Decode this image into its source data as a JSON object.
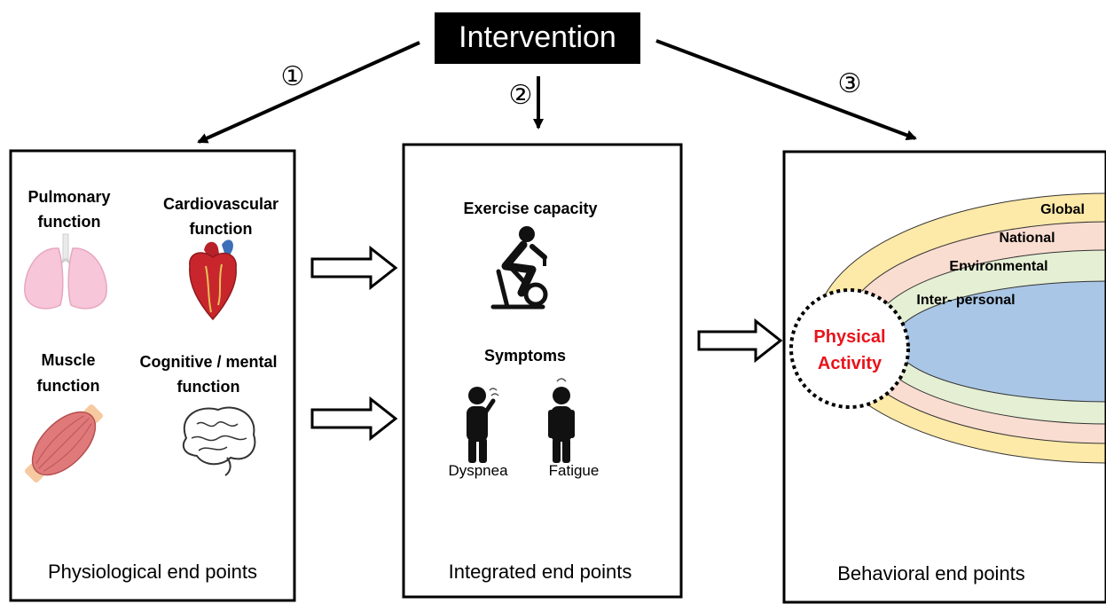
{
  "intervention": {
    "label": "Intervention"
  },
  "paths": [
    {
      "number": "①"
    },
    {
      "number": "②"
    },
    {
      "number": "③"
    }
  ],
  "physiological": {
    "footer": "Physiological end points",
    "items": [
      {
        "line1": "Pulmonary",
        "line2": "function",
        "icon": "lungs-icon"
      },
      {
        "line1": "Cardiovascular",
        "line2": "function",
        "icon": "heart-icon"
      },
      {
        "line1": "Muscle",
        "line2": "function",
        "icon": "muscle-icon"
      },
      {
        "line1": "Cognitive / mental",
        "line2": "function",
        "icon": "brain-icon"
      }
    ]
  },
  "integrated": {
    "footer": "Integrated end points",
    "exercise_label": "Exercise capacity",
    "symptoms_label": "Symptoms",
    "dyspnea_label": "Dyspnea",
    "fatigue_label": "Fatigue"
  },
  "behavioral": {
    "footer": "Behavioral end points",
    "levels": [
      "Global",
      "National",
      "Environmental",
      "Inter- personal"
    ],
    "center_line1": "Physical",
    "center_line2": "Activity"
  },
  "colors": {
    "global": "#fde9a8",
    "national": "#f9ddd0",
    "environmental": "#e4efd4",
    "interpersonal": "#a9c6e6",
    "center_text": "#e8131b",
    "lungs": "#f7c6d8",
    "heart": "#c8262c",
    "muscle": "#e07a7a",
    "tendon": "#f6c9a0"
  }
}
